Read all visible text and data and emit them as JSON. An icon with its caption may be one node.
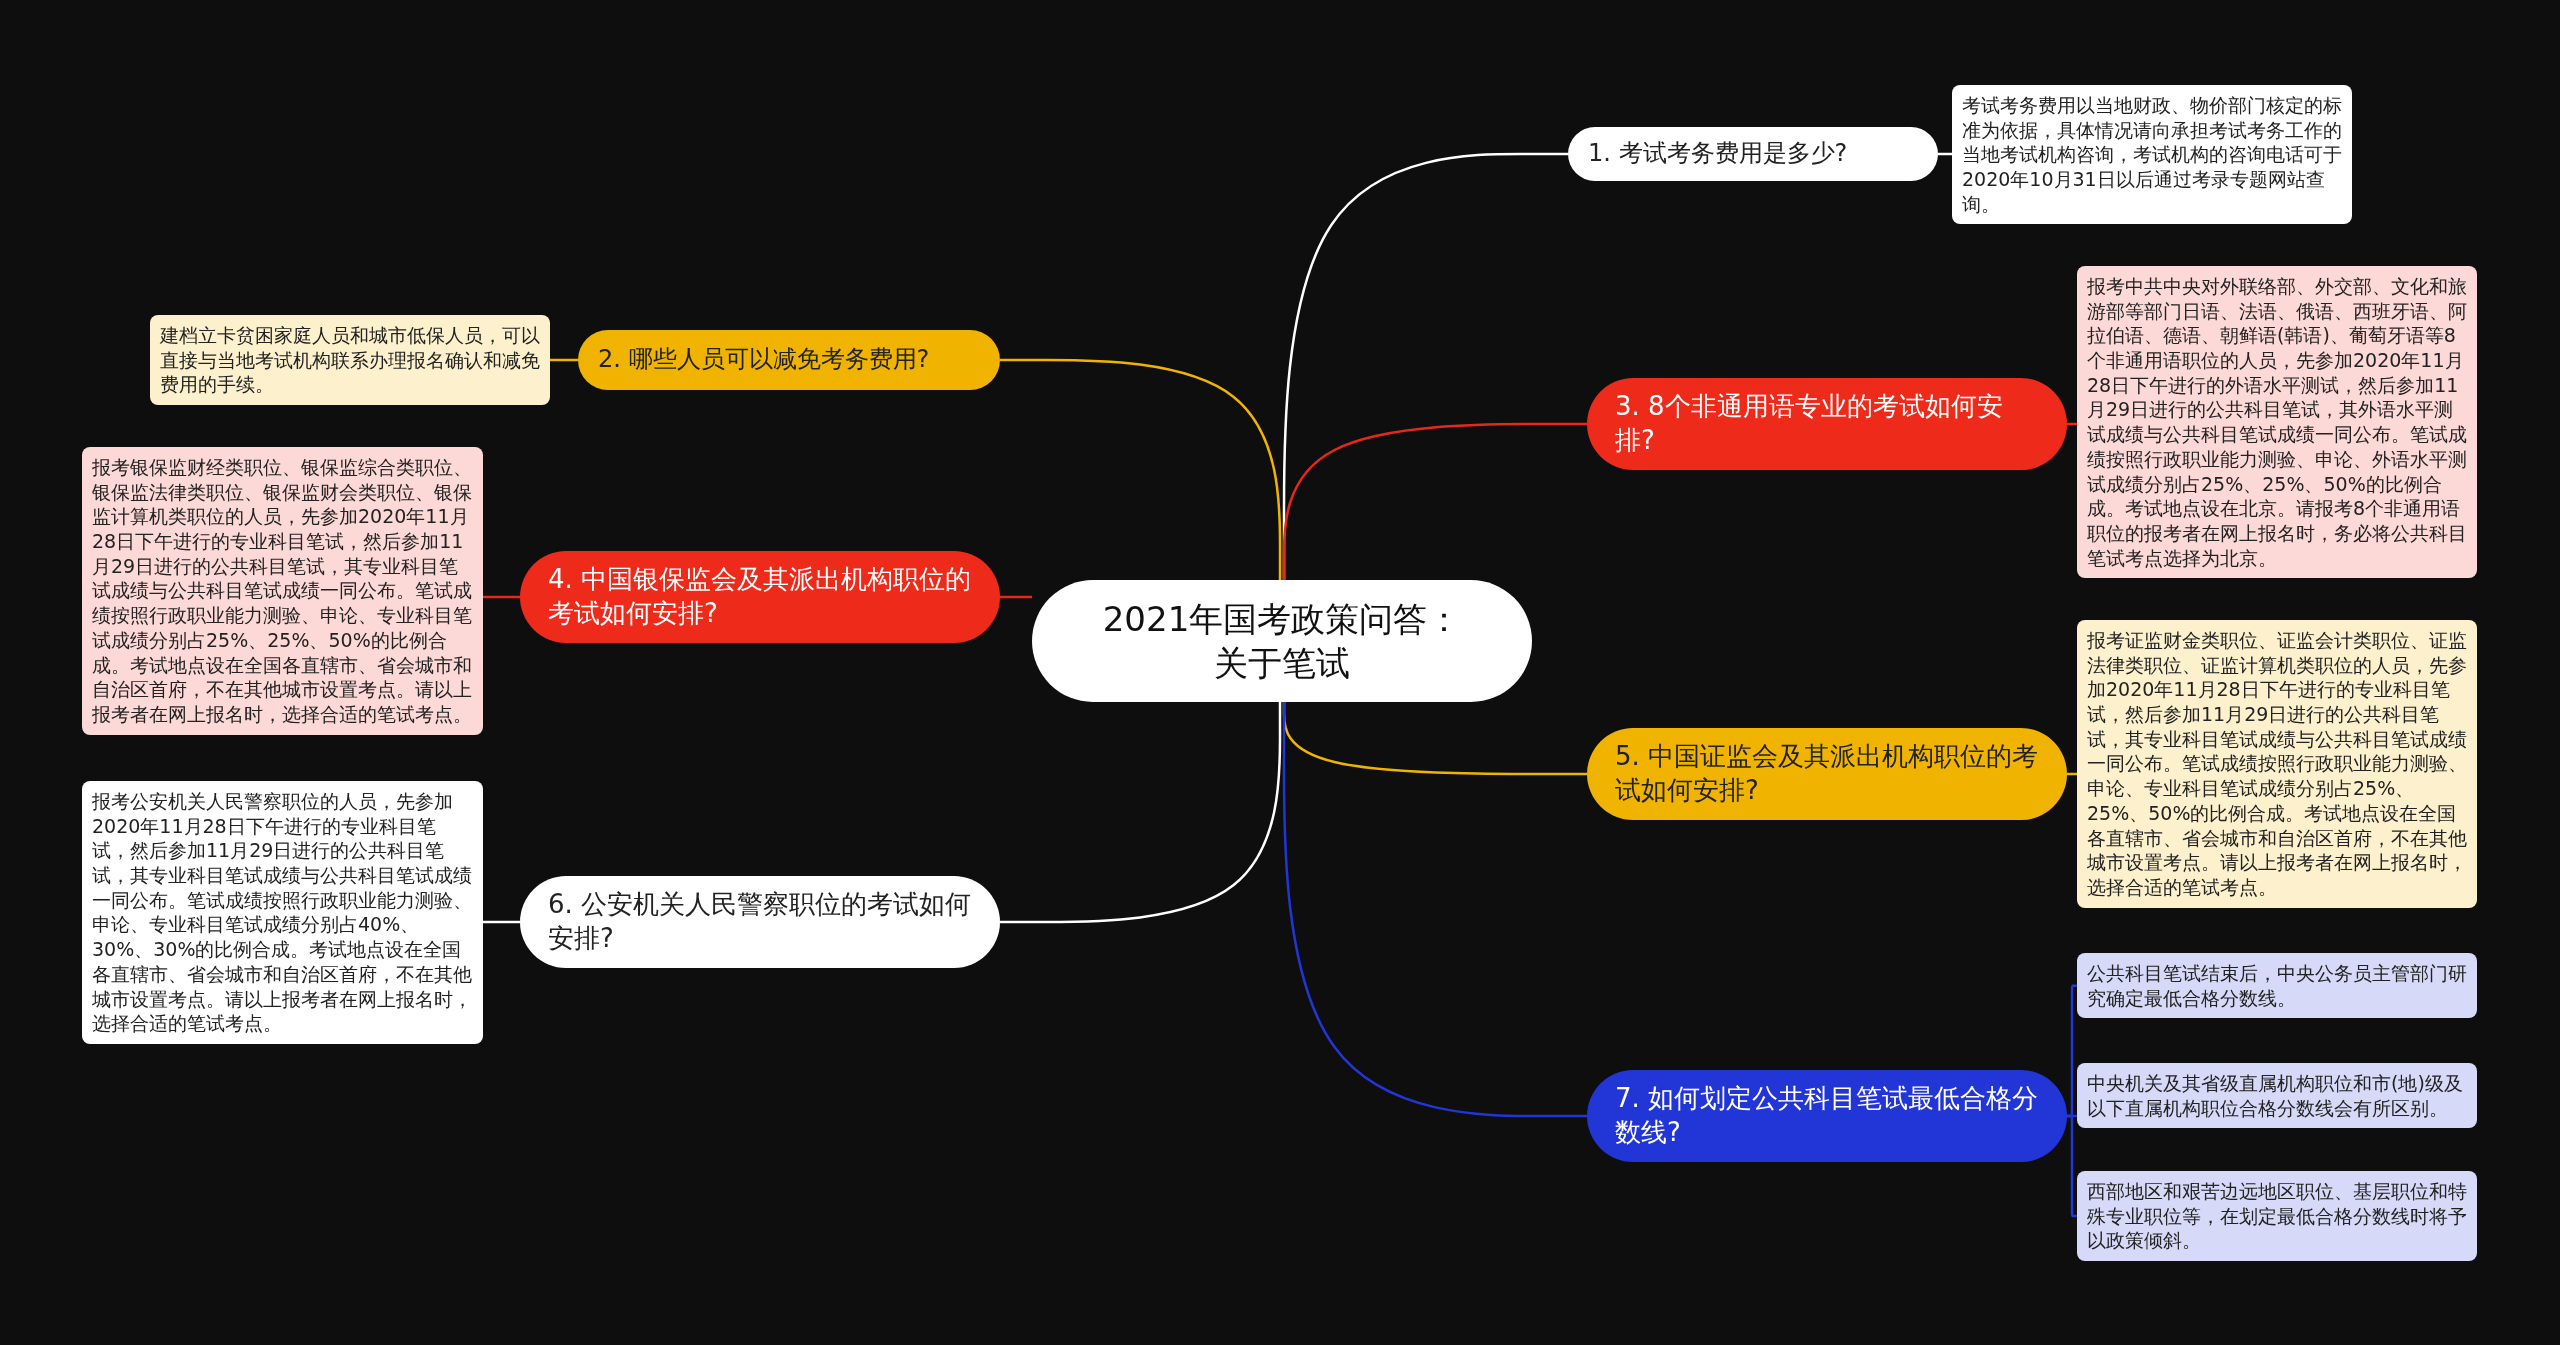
{
  "diagram": {
    "nodes": [
      {
        "text": [
          "2021年国考政策问答：关于笔试"
        ]
      },
      {
        "text": [
          "1. 考试考务费用是多少?"
        ]
      },
      {
        "text": [
          "考试考务费用以当地财政、物价部门核定的标准为依据，具体情况请向承担考试考务工作的当地考试机构咨询，考试机构的咨询电话可于2020年10月31日以后通过考录专题网站查询。"
        ]
      },
      {
        "text": [
          "2. 哪些人员可以减免考务费用?"
        ]
      },
      {
        "text": [
          "建档立卡贫困家庭人员和城市低保人员，可以直接与当地考试机构联系办理报名确认和减免费用的手续。"
        ]
      },
      {
        "text": [
          "3. 8个非通用语专业的考试如何安排?"
        ]
      },
      {
        "text": [
          "报考中共中央对外联络部、外交部、文化和旅游部等部门日语、法语、俄语、西班牙语、阿拉伯语、德语、朝鲜语(韩语)、葡萄牙语等8个非通用语职位的人员，先参加2020年11月28日下午进行的外语水平测试，然后参加11月29日进行的公共科目笔试，其外语水平测试成绩与公共科目笔试成绩一同公布。笔试成绩按照行政职业能力测验、申论、外语水平测试成绩分别占25%、25%、50%的比例合成。考试地点设在北京。请报考8个非通用语职位的报考者在网上报名时，务必将公共科目笔试考点选择为北京。"
        ]
      },
      {
        "text": [
          "4. 中国银保监会及其派出机构职位的考试如何安排?"
        ]
      },
      {
        "text": [
          "报考银保监财经类职位、银保监综合类职位、银保监法律类职位、银保监财会类职位、银保监计算机类职位的人员，先参加2020年11月28日下午进行的专业科目笔试，然后参加11月29日进行的公共科目笔试，其专业科目笔试成绩与公共科目笔试成绩一同公布。笔试成绩按照行政职业能力测验、申论、专业科目笔试成绩分别占25%、25%、50%的比例合成。考试地点设在全国各直辖市、省会城市和自治区首府，不在其他城市设置考点。请以上报考者在网上报名时，选择合适的笔试考点。"
        ]
      },
      {
        "text": [
          "5. 中国证监会及其派出机构职位的考试如何安排?"
        ]
      },
      {
        "text": [
          "报考证监财金类职位、证监会计类职位、证监法律类职位、证监计算机类职位的人员，先参加2020年11月28日下午进行的专业科目笔试，然后参加11月29日进行的公共科目笔试，其专业科目笔试成绩与公共科目笔试成绩一同公布。笔试成绩按照行政职业能力测验、申论、专业科目笔试成绩分别占25%、25%、50%的比例合成。考试地点设在全国各直辖市、省会城市和自治区首府，不在其他城市设置考点。请以上报考者在网上报名时，选择合适的笔试考点。"
        ]
      },
      {
        "text": [
          "6. 公安机关人民警察职位的考试如何安排?"
        ]
      },
      {
        "text": [
          "报考公安机关人民警察职位的人员，先参加2020年11月28日下午进行的专业科目笔试，然后参加11月29日进行的公共科目笔试，其专业科目笔试成绩与公共科目笔试成绩一同公布。笔试成绩按照行政职业能力测验、申论、专业科目笔试成绩分别占40%、30%、30%的比例合成。考试地点设在全国各直辖市、省会城市和自治区首府，不在其他城市设置考点。请以上报考者在网上报名时，选择合适的笔试考点。"
        ]
      },
      {
        "text": [
          "7. 如何划定公共科目笔试最低合格分数线?"
        ]
      },
      {
        "text": [
          "公共科目笔试结束后，中央公务员主管部门研究确定最低合格分数线。"
        ]
      },
      {
        "text": [
          "中央机关及其省级直属机构职位和市(地)级及以下直属机构职位合格分数线会有所区别。"
        ]
      },
      {
        "text": [
          "西部地区和艰苦边远地区职位、基层职位和特殊专业职位等，在划定最低合格分数线时将予以政策倾斜。"
        ]
      }
    ],
    "edges": [
      {
        "from": 0,
        "to": 1,
        "arrow": "none",
        "color": "#ffffff"
      },
      {
        "from": 1,
        "to": 2,
        "arrow": "none",
        "color": "#ffffff"
      },
      {
        "from": 0,
        "to": 3,
        "arrow": "none",
        "color": "#f0b400"
      },
      {
        "from": 3,
        "to": 4,
        "arrow": "none",
        "color": "#f0b400"
      },
      {
        "from": 0,
        "to": 5,
        "arrow": "none",
        "color": "#e8281c"
      },
      {
        "from": 5,
        "to": 6,
        "arrow": "none",
        "color": "#e8281c"
      },
      {
        "from": 0,
        "to": 7,
        "arrow": "none",
        "color": "#e8281c"
      },
      {
        "from": 7,
        "to": 8,
        "arrow": "none",
        "color": "#e8281c"
      },
      {
        "from": 0,
        "to": 9,
        "arrow": "none",
        "color": "#f0b400"
      },
      {
        "from": 9,
        "to": 10,
        "arrow": "none",
        "color": "#f0b400"
      },
      {
        "from": 0,
        "to": 11,
        "arrow": "none",
        "color": "#ffffff"
      },
      {
        "from": 11,
        "to": 12,
        "arrow": "none",
        "color": "#ffffff"
      },
      {
        "from": 0,
        "to": 13,
        "arrow": "none",
        "color": "#2236d8"
      },
      {
        "from": 13,
        "to": 14,
        "arrow": "none",
        "color": "#2236d8"
      },
      {
        "from": 13,
        "to": 15,
        "arrow": "none",
        "color": "#2236d8"
      },
      {
        "from": 13,
        "to": 16,
        "arrow": "none",
        "color": "#2236d8"
      }
    ]
  }
}
